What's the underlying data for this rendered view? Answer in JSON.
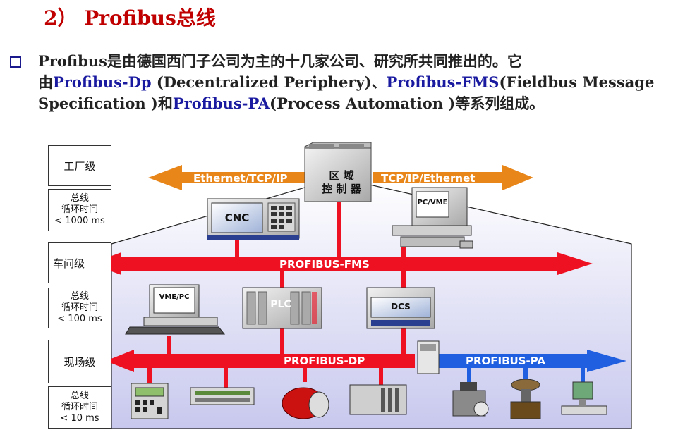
{
  "title": "2） Profibus总线",
  "intro": {
    "line1": "Profibus是由德国西门子公司为主的十几家公司、研究所共同推出的。它",
    "line2_prefix": "由",
    "dp": "Profibus-Dp",
    "dp_desc": " (Decentralized Periphery)、",
    "fms": "Profibus-FMS",
    "fms_desc": "(Fieldbus Message",
    "line3_prefix": "Specification )和",
    "pa": "Profibus-PA",
    "pa_desc": "(Process Automation )等系列组成。"
  },
  "levels": {
    "factory": "工厂级",
    "workshop": "车间级",
    "field": "现场级",
    "cycle_label_1": "总线",
    "cycle_label_2": "循环时间",
    "cycle_1000": "< 1000 ms",
    "cycle_100": "< 100 ms",
    "cycle_10": "< 10 ms"
  },
  "buses": {
    "ethernet_left": "Ethernet/TCP/IP",
    "ethernet_right": "TCP/IP/Ethernet",
    "fms": "PROFIBUS-FMS",
    "dp": "PROFIBUS-DP",
    "pa": "PROFIBUS-PA"
  },
  "devices": {
    "controller_line1": "区  域",
    "controller_line2": "控 制 器",
    "cnc": "CNC",
    "pc_vme": "PC/VME",
    "vme_pc": "VME/PC",
    "plc": "PLC",
    "dcs": "DCS"
  },
  "colors": {
    "title": "#c00000",
    "bus_red": "#ee1122",
    "ethernet_orange": "#e8861a",
    "pa_blue": "#1f5fe0"
  }
}
